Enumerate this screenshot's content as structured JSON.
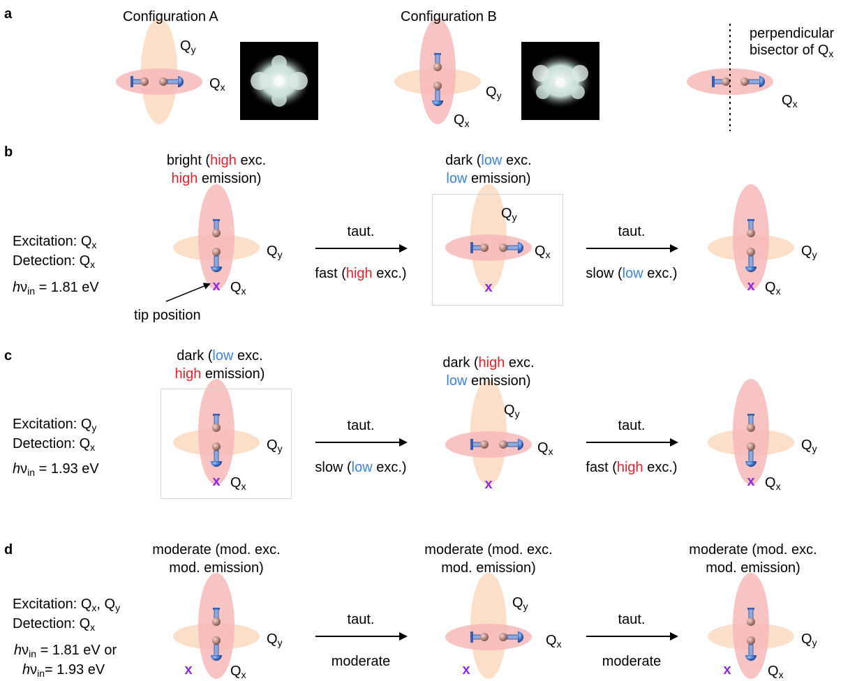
{
  "panels": {
    "a": "a",
    "b": "b",
    "c": "c",
    "d": "d"
  },
  "common": {
    "Q": "Q",
    "x": "x",
    "y": "y",
    "tip_marker": "x",
    "taut": "taut."
  },
  "panel_a": {
    "config_a_title": "Configuration A",
    "config_b_title": "Configuration B",
    "bisector_line1": "perpendicular",
    "bisector_line2": "bisector of Q"
  },
  "panel_b": {
    "excitation": "Excitation: Q",
    "detection": "Detection: Q",
    "energy_h": "h",
    "energy_nu": "ν",
    "energy_sub": "in",
    "energy_value": " = 1.81 eV",
    "tip_position": "tip position",
    "state1_l1_a": "bright (",
    "state1_l1_b": "high",
    "state1_l1_c": " exc.",
    "state1_l2_a": "high",
    "state1_l2_b": " emission)",
    "state2_l1_a": "dark (",
    "state2_l1_b": "low",
    "state2_l1_c": " exc.",
    "state2_l2_a": "low",
    "state2_l2_b": " emission)",
    "arrow1_a": "fast (",
    "arrow1_b": "high",
    "arrow1_c": " exc.)",
    "arrow2_a": "slow (",
    "arrow2_b": "low",
    "arrow2_c": " exc.)"
  },
  "panel_c": {
    "excitation": "Excitation: Q",
    "detection": "Detection: Q",
    "energy_value": " = 1.93 eV",
    "state1_l1_a": "dark (",
    "state1_l1_b": "low",
    "state1_l1_c": " exc.",
    "state1_l2_a": "high",
    "state1_l2_b": " emission)",
    "state2_l1_a": "dark (",
    "state2_l1_b": "high",
    "state2_l1_c": " exc.",
    "state2_l2_a": "low",
    "state2_l2_b": " emission)",
    "arrow1_a": "slow (",
    "arrow1_b": "low",
    "arrow1_c": " exc.)",
    "arrow2_a": "fast (",
    "arrow2_b": "high",
    "arrow2_c": " exc.)"
  },
  "panel_d": {
    "excitation": "Excitation: Q",
    "excitation_mid": ", Q",
    "detection": "Detection: Q",
    "energy_value_1": " = 1.81 eV or",
    "energy_value_2": "= 1.93 eV",
    "state_l1": "moderate (mod. exc.",
    "state_l2": "mod. emission)",
    "arrow_label": "moderate"
  },
  "colors": {
    "red_ellipse": "#f7b9b9",
    "orange_ellipse": "#fbd9bf",
    "tip": "#8a2be2",
    "high": "#e8202a",
    "low": "#3b82e6"
  }
}
